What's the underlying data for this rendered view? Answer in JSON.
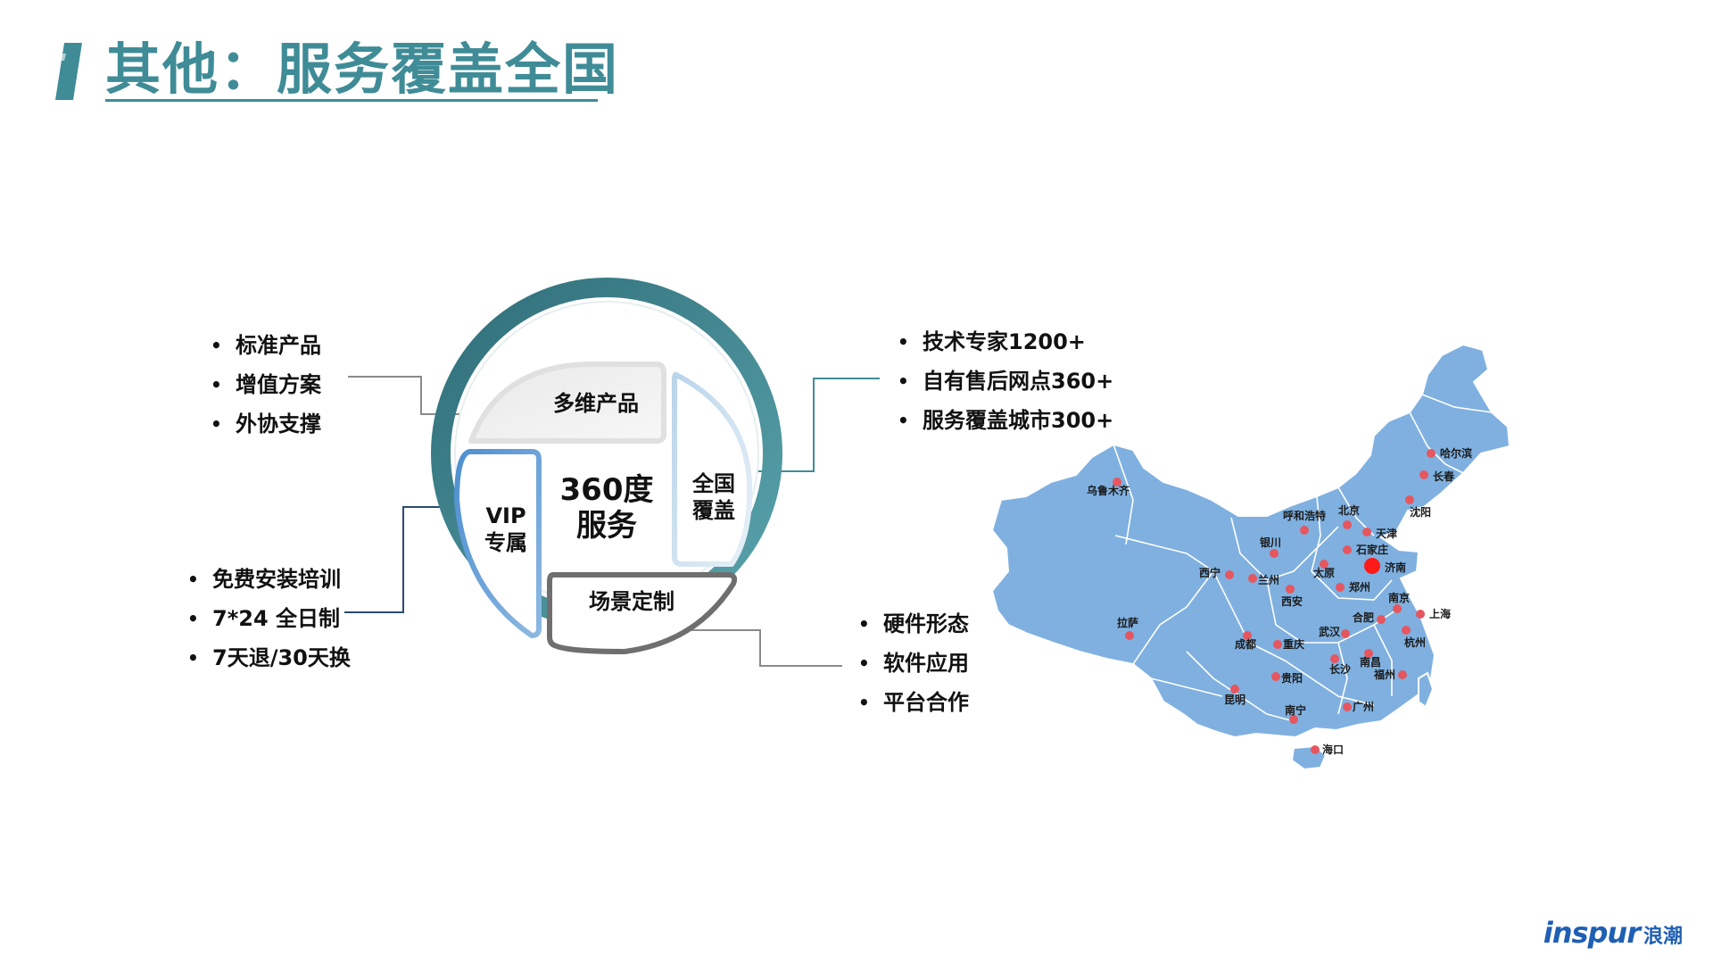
{
  "header": {
    "title": "其他：服务覆盖全国"
  },
  "diagram": {
    "center": [
      "360度",
      "服务"
    ],
    "segments": {
      "product": "多维产品",
      "coverage": [
        "全国",
        "覆盖"
      ],
      "vip": [
        "VIP",
        "专属"
      ],
      "scenario": "场景定制"
    }
  },
  "lists": {
    "product": [
      "标准产品",
      "增值方案",
      "外协支撑"
    ],
    "coverage": [
      "技术专家1200+",
      "自有售后网点360+",
      "服务覆盖城市300+"
    ],
    "vip": [
      "免费安装培训",
      "7*24 全日制",
      "7天退/30天换"
    ],
    "scenario": [
      "硬件形态",
      "软件应用",
      "平台合作"
    ]
  },
  "map": {
    "cities": [
      "乌鲁木齐",
      "哈尔滨",
      "长春",
      "沈阳",
      "呼和浩特",
      "北京",
      "天津",
      "石家庄",
      "济南",
      "银川",
      "太原",
      "西宁",
      "兰州",
      "郑州",
      "西安",
      "南京",
      "上海",
      "合肥",
      "拉萨",
      "成都",
      "重庆",
      "武汉",
      "杭州",
      "南昌",
      "长沙",
      "贵阳",
      "福州",
      "昆明",
      "南宁",
      "广州",
      "海口"
    ],
    "highlight_city": "济南",
    "colors": {
      "land": "#7fb0e0",
      "border": "#ffffff",
      "dot": "#e6565f",
      "highlight": "#ff1a1a"
    }
  },
  "logo": {
    "en": "inspur",
    "cn": "浪潮"
  },
  "colors": {
    "accent": "#3f8c97",
    "ring": "#3b7f88"
  }
}
